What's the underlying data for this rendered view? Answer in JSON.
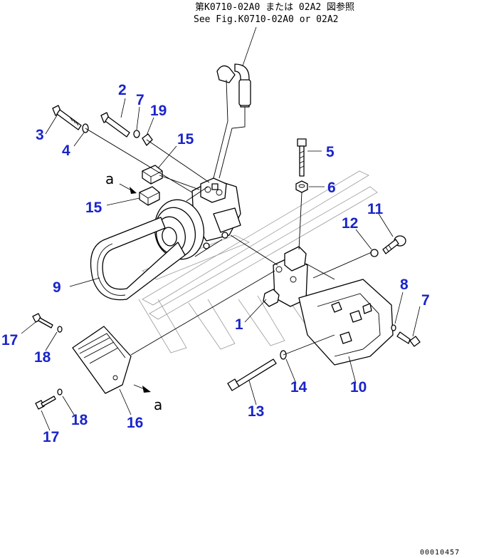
{
  "header": {
    "ref_line_jp": "第K0710-02A0 または 02A2 図参照",
    "ref_line_en": "See Fig.K0710-02A0 or 02A2"
  },
  "callouts": [
    {
      "id": "c2",
      "label": "2"
    },
    {
      "id": "c7a",
      "label": "7"
    },
    {
      "id": "c19",
      "label": "19"
    },
    {
      "id": "c3",
      "label": "3"
    },
    {
      "id": "c4",
      "label": "4"
    },
    {
      "id": "c15a",
      "label": "15"
    },
    {
      "id": "c15b",
      "label": "15"
    },
    {
      "id": "c5",
      "label": "5"
    },
    {
      "id": "c6",
      "label": "6"
    },
    {
      "id": "c11",
      "label": "11"
    },
    {
      "id": "c12",
      "label": "12"
    },
    {
      "id": "c9",
      "label": "9"
    },
    {
      "id": "c8",
      "label": "8"
    },
    {
      "id": "c7b",
      "label": "7"
    },
    {
      "id": "c1",
      "label": "1"
    },
    {
      "id": "c17a",
      "label": "17"
    },
    {
      "id": "c18a",
      "label": "18"
    },
    {
      "id": "c10",
      "label": "10"
    },
    {
      "id": "c14",
      "label": "14"
    },
    {
      "id": "c13",
      "label": "13"
    },
    {
      "id": "c18b",
      "label": "18"
    },
    {
      "id": "c16",
      "label": "16"
    },
    {
      "id": "c17b",
      "label": "17"
    }
  ],
  "view_markers": {
    "upper": "a",
    "lower": "a"
  },
  "footer": {
    "doc_id": "00010457"
  },
  "colors": {
    "callout": "#1a24c8",
    "line": "#000000",
    "watermark": "#9a9a9a"
  }
}
